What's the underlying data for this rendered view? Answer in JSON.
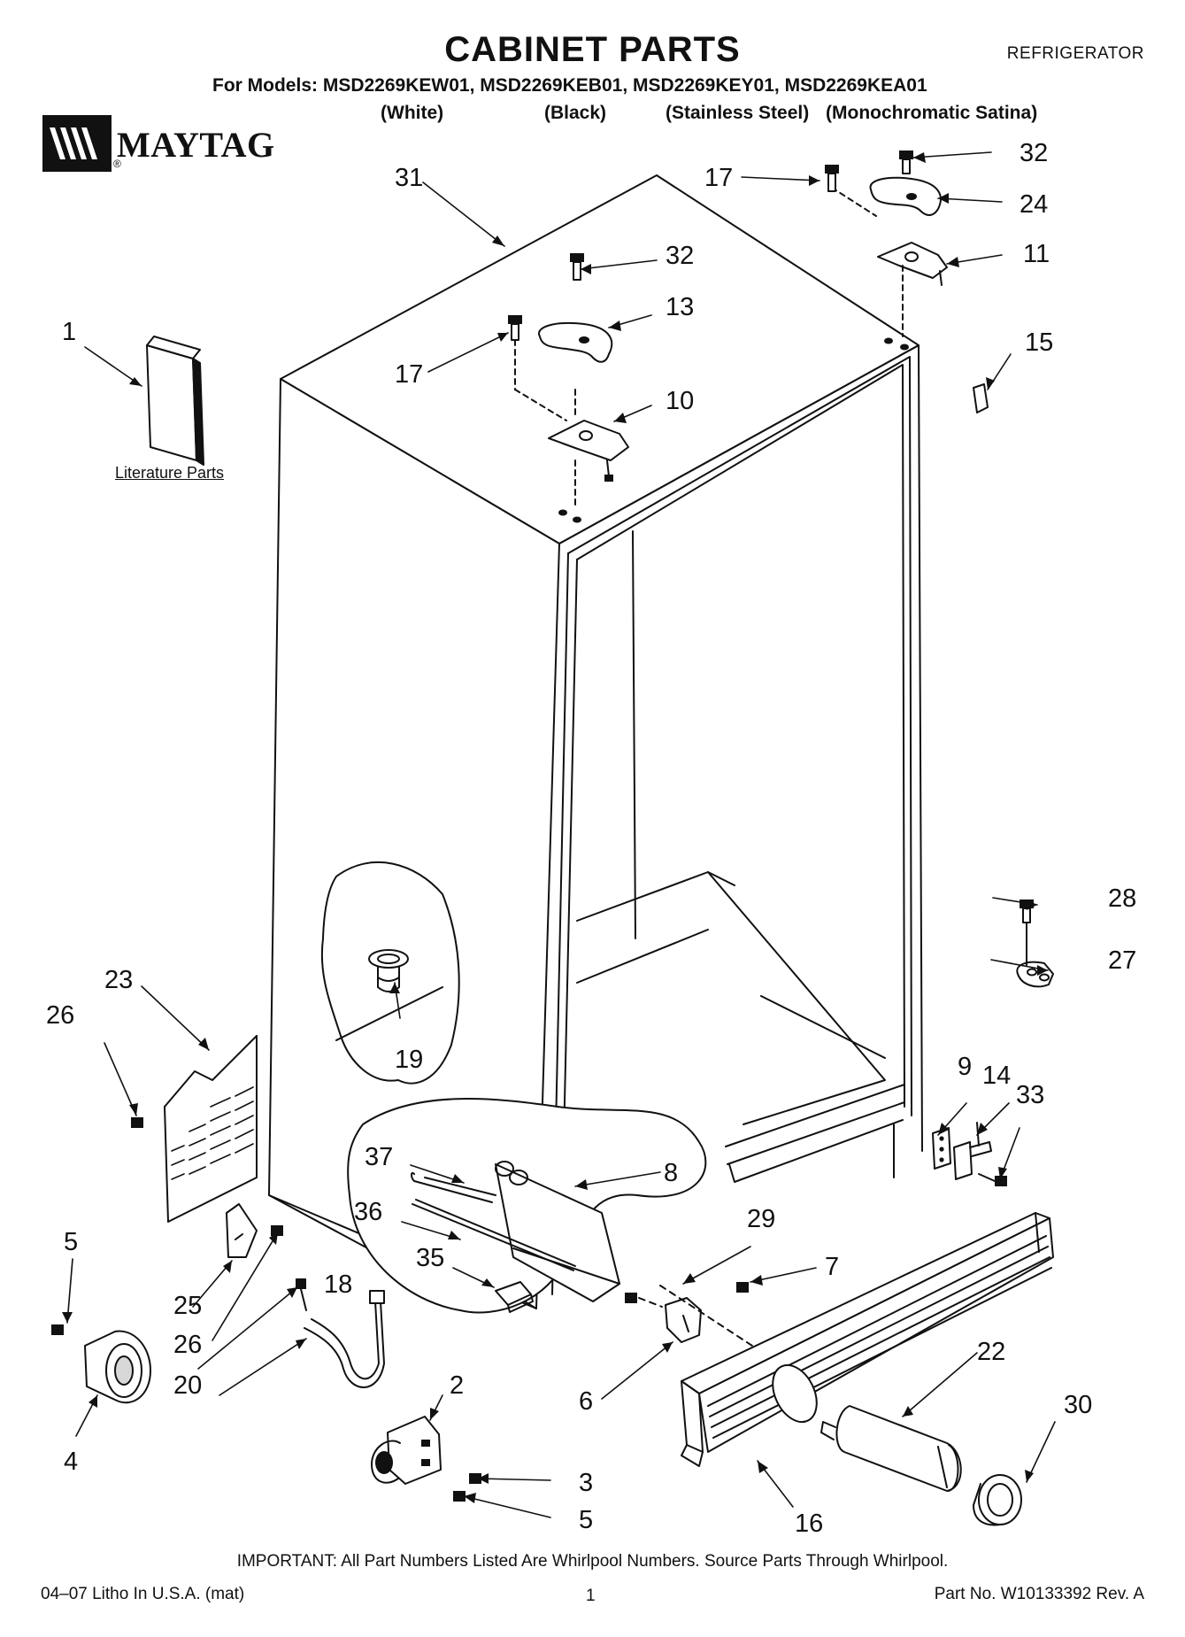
{
  "header": {
    "title": "CABINET PARTS",
    "category": "REFRIGERATOR",
    "models": "For Models: MSD2269KEW01, MSD2269KEB01, MSD2269KEY01, MSD2269KEA01",
    "variants": [
      "(White)",
      "(Black)",
      "(Stainless Steel)",
      "(Monochromatic Satina)"
    ]
  },
  "brand": {
    "name": "MAYTAG",
    "reg": "®"
  },
  "literature_label": "Literature Parts",
  "callouts": [
    "1",
    "2",
    "3",
    "4",
    "5",
    "5",
    "6",
    "7",
    "8",
    "9",
    "10",
    "11",
    "13",
    "14",
    "15",
    "16",
    "17",
    "17",
    "18",
    "19",
    "20",
    "22",
    "23",
    "24",
    "25",
    "26",
    "26",
    "27",
    "28",
    "29",
    "30",
    "31",
    "32",
    "32",
    "33",
    "35",
    "36",
    "37"
  ],
  "footer": {
    "important": "IMPORTANT: All Part Numbers Listed Are Whirlpool Numbers. Source Parts Through Whirlpool.",
    "litho": "04–07 Litho In U.S.A. (mat)",
    "page": "1",
    "part_no": "Part No. W10133392 Rev. A"
  },
  "colors": {
    "ink": "#111111",
    "paper": "#ffffff",
    "shade": "#d8d8d8"
  }
}
